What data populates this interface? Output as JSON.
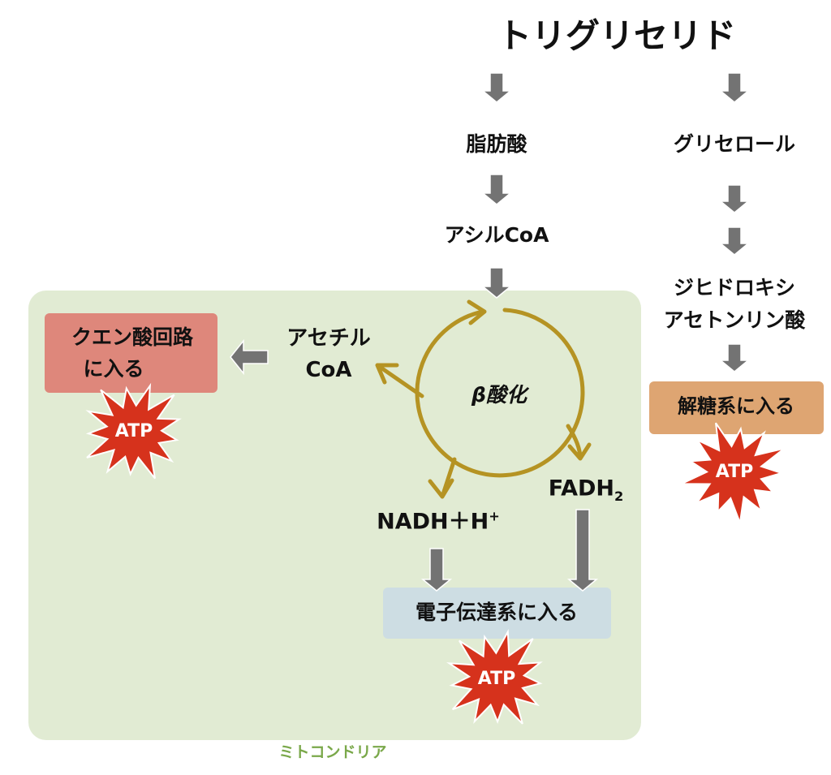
{
  "title": "トリグリセリド",
  "fatty_acid": "脂肪酸",
  "glycerol": "グリセロール",
  "acyl_coa": "アシルCoA",
  "dhap": {
    "line1": "ジヒドロキシ",
    "line2": "アセトンリン酸"
  },
  "glycolysis": "解糖系に入る",
  "mitochondria_label": "ミトコンドリア",
  "citric_cycle": {
    "line1": "クエン酸回路",
    "line2": "に入る"
  },
  "acetyl_coa": {
    "line1": "アセチル",
    "line2": "CoA"
  },
  "beta_oxidation": "β酸化",
  "fadh2": {
    "base": "FADH",
    "sub": "2"
  },
  "nadh": {
    "base": "NADH＋H",
    "sup": "+"
  },
  "etc": "電子伝達系に入る",
  "atp": "ATP",
  "colors": {
    "mito_bg": "#e1ebd3",
    "mito_label": "#7aa84a",
    "cycle": "#b59323",
    "arrow": "#737373",
    "citric_box": "#de877b",
    "glycolysis_box": "#dea572",
    "etc_box": "#cddde3",
    "atp_star": "#d6321c"
  }
}
